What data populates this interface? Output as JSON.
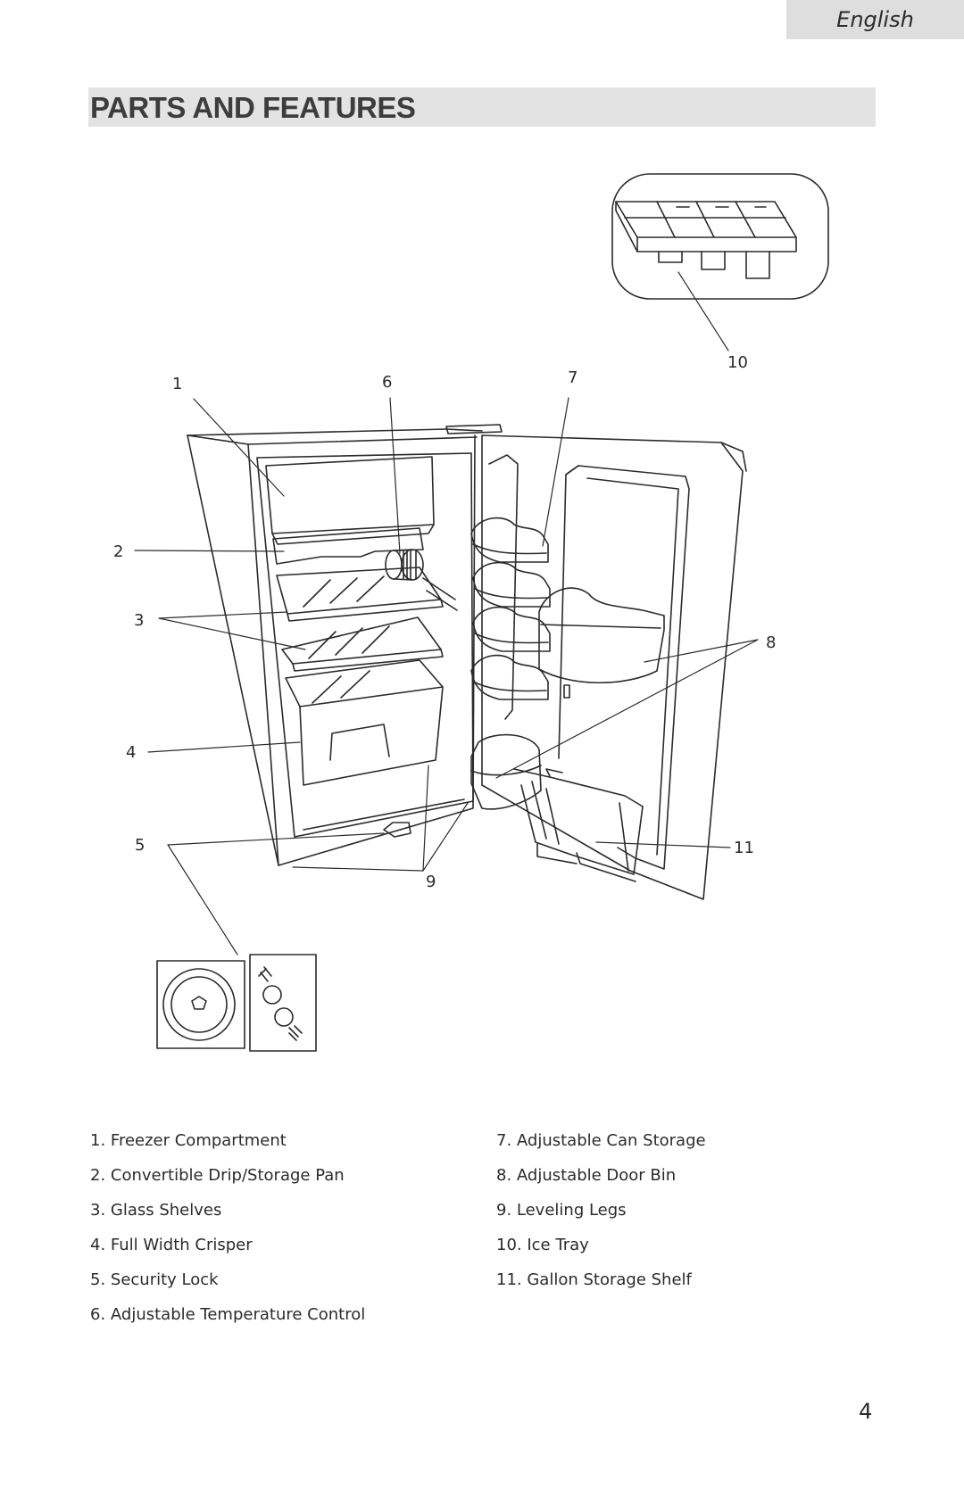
{
  "header": {
    "language_tab": "English"
  },
  "page_title": "PARTS AND FEATURES",
  "callouts": {
    "c1": "1",
    "c2": "2",
    "c3": "3",
    "c4": "4",
    "c5": "5",
    "c6": "6",
    "c7": "7",
    "c8": "8",
    "c9": "9",
    "c10": "10",
    "c11": "11"
  },
  "parts_list": {
    "left": [
      "1. Freezer Compartment",
      "2. Convertible Drip/Storage Pan",
      "3. Glass Shelves",
      "4. Full Width Crisper",
      "5. Security Lock",
      "6. Adjustable Temperature Control"
    ],
    "right": [
      "7. Adjustable Can Storage",
      "8. Adjustable Door Bin",
      "9. Leveling Legs",
      "10. Ice Tray",
      "11. Gallon Storage Shelf"
    ]
  },
  "page_number": "4"
}
